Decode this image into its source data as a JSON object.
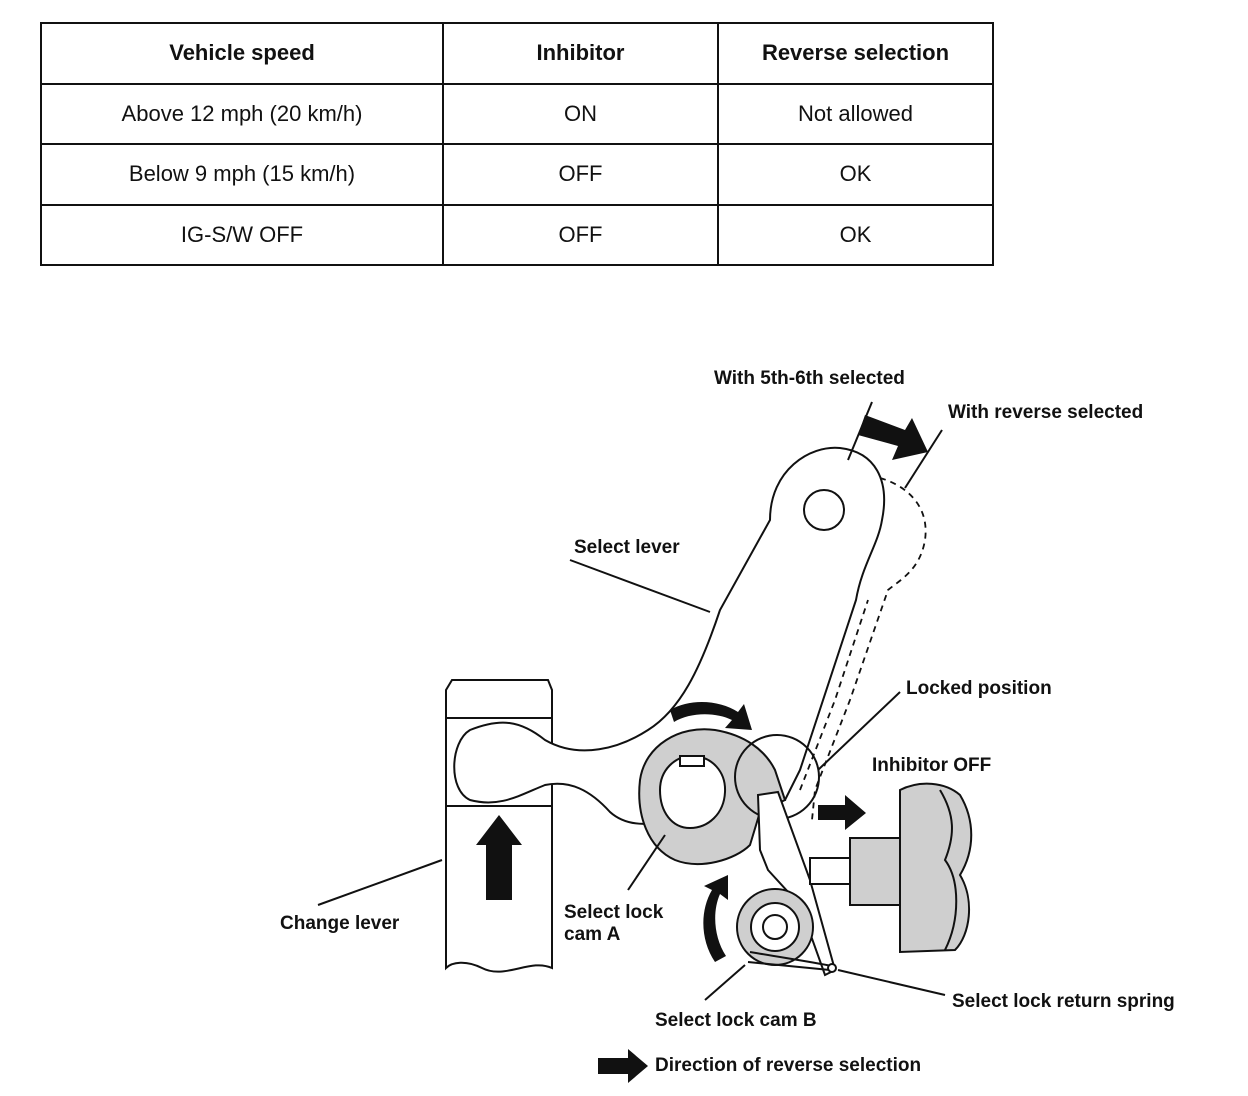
{
  "table": {
    "headers": [
      "Vehicle speed",
      "Inhibitor",
      "Reverse selection"
    ],
    "rows": [
      [
        "Above 12 mph (20 km/h)",
        "ON",
        "Not allowed"
      ],
      [
        "Below 9 mph (15 km/h)",
        "OFF",
        "OK"
      ],
      [
        "IG-S/W OFF",
        "OFF",
        "OK"
      ]
    ]
  },
  "diagram": {
    "labels": {
      "with_5th_6th": "With 5th-6th selected",
      "with_reverse": "With reverse selected",
      "select_lever": "Select lever",
      "locked_position": "Locked position",
      "inhibitor_off": "Inhibitor OFF",
      "change_lever": "Change lever",
      "select_lock_cam_a_line1": "Select lock",
      "select_lock_cam_a_line2": "cam A",
      "select_lock_cam_b": "Select lock cam B",
      "select_lock_return_spring": "Select lock return spring",
      "legend": "Direction of reverse selection"
    }
  }
}
